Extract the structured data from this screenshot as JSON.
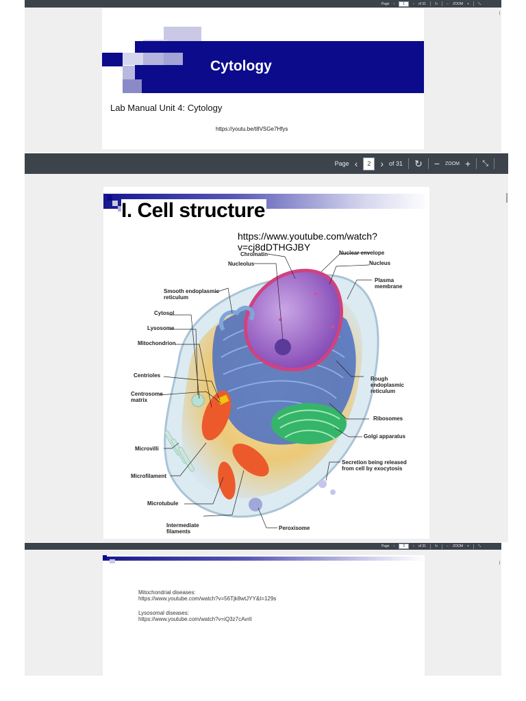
{
  "viewer": {
    "page_label": "Page",
    "of_label_31": "of 31",
    "zoom_label": "ZOOM",
    "prev_icon": "chevron-left-icon",
    "next_icon": "chevron-right-icon",
    "rotate_icon": "rotate-icon",
    "zoom_out_icon": "minus-icon",
    "zoom_in_icon": "plus-icon",
    "fullscreen_icon": "collapse-icon"
  },
  "pages": [
    {
      "page_number": "1",
      "of_label": "of 31",
      "title": "Cytology",
      "subtitle": "Lab Manual Unit 4: Cytology",
      "link": "https://youtu.be/t8VSGe7Hfys"
    },
    {
      "page_number": "2",
      "of_label": "of 31",
      "title": "I. Cell structure",
      "link": "https://www.youtube.com/watch?v=cj8dDTHGJBY",
      "labels": {
        "chromatin": "Chromatin",
        "nucleolus": "Nucleolus",
        "nuclear_envelope": "Nuclear envelope",
        "nucleus": "Nucleus",
        "plasma_membrane": "Plasma\nmembrane",
        "smooth_er": "Smooth endoplasmic\nreticulum",
        "cytosol": "Cytosol",
        "lysosome": "Lysosome",
        "mitochondrion": "Mitochondrion",
        "centrioles": "Centrioles",
        "centrosome_matrix": "Centrosome\nmatrix",
        "rough_er": "Rough\nendoplasmic\nreticulum",
        "ribosomes": "Ribosomes",
        "golgi": "Golgi apparatus",
        "microvilli": "Microvilli",
        "secretion": "Secretion being released\nfrom cell by exocytosis",
        "microfilament": "Microfilament",
        "microtubule": "Microtubule",
        "intermediate": "Intermediate\nfilaments",
        "peroxisome": "Peroxisome"
      }
    },
    {
      "page_number": "3",
      "of_label": "of 31",
      "mito_label": "Mitochondrial diseases:",
      "mito_link": "https://www.youtube.com/watch?v=56Tjk8wtJYY&t=129s",
      "lyso_label": "Lysosomal diseases:",
      "lyso_link": "https://www.youtube.com/watch?v=iQ3z7cAvril"
    }
  ],
  "colors": {
    "toolbar": "#3d434b",
    "slide_band": "#0b0b8c",
    "nucleus": "#9b59b6",
    "golgi": "#2ecc71",
    "mito": "#e74c3c",
    "er": "#3f62b5"
  }
}
